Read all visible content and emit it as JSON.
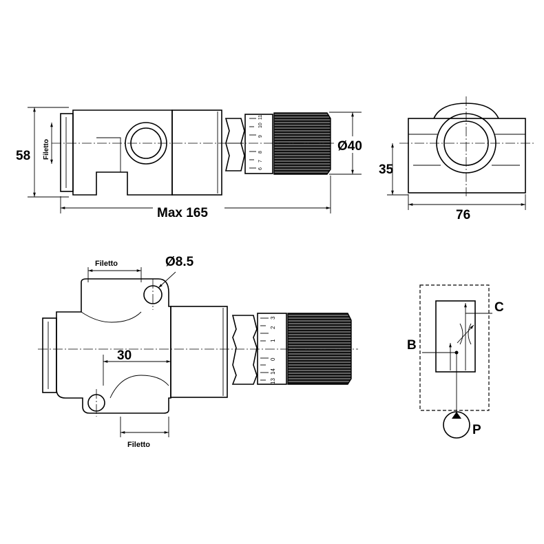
{
  "top_view": {
    "height_label": "58",
    "thread_label": "Filetto",
    "knob_diameter_label": "Ø40",
    "length_label": "Max 165",
    "dial_numbers": [
      "6",
      "7",
      "8",
      "9",
      "10",
      "11"
    ]
  },
  "side_view": {
    "height_label": "35",
    "width_label": "76"
  },
  "front_view": {
    "thread_top_label": "Filetto",
    "hole_label": "Ø8.5",
    "port_distance_label": "30",
    "thread_bottom_label": "Filetto",
    "dial_numbers": [
      "13",
      "14",
      "0",
      "1",
      "2",
      "3"
    ]
  },
  "schematic": {
    "port_b": "B",
    "port_c": "C",
    "port_p": "P"
  },
  "colors": {
    "line": "#000000",
    "knob": "#111111"
  }
}
